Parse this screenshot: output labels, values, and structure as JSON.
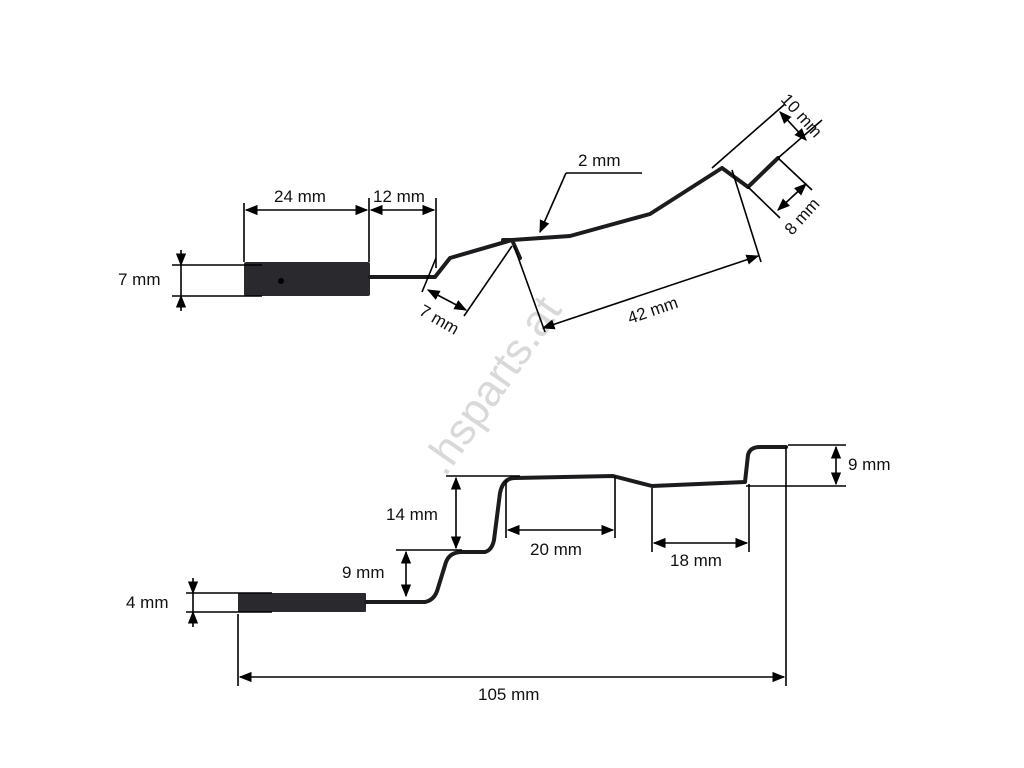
{
  "watermark": ".hsparts.at",
  "top_view": {
    "dims": {
      "sleeve_height": "7 mm",
      "sleeve_length": "24 mm",
      "straight_segment": "12 mm",
      "offset": "7 mm",
      "wire_diameter": "2 mm",
      "diagonal_length": "42 mm",
      "end_offset": "10 mm",
      "end_length": "8 mm"
    }
  },
  "side_view": {
    "dims": {
      "sleeve_height": "4 mm",
      "first_step": "9 mm",
      "second_step": "14 mm",
      "mid_segment": "20 mm",
      "right_segment": "18 mm",
      "end_rise": "9 mm",
      "total_length": "105 mm"
    }
  },
  "colors": {
    "wire": "#1c1c1f",
    "sleeve": "#2a2a2e",
    "dimension": "#000000",
    "watermark": "#d9d9d9"
  }
}
